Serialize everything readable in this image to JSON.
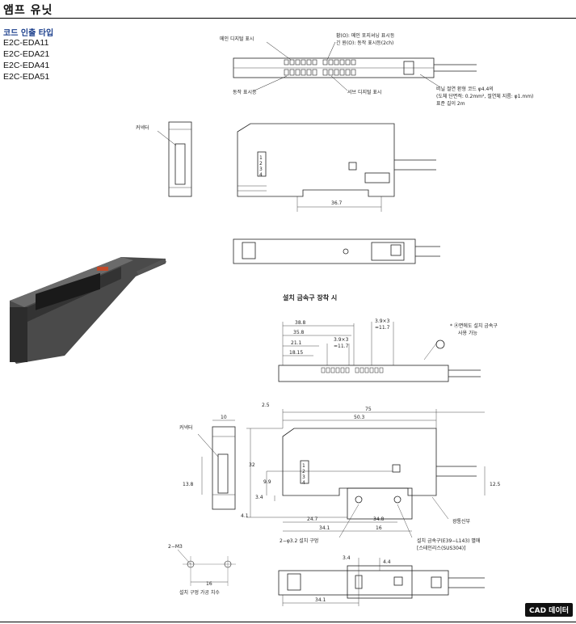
{
  "page": {
    "title": "앰프 유닛",
    "subtitle": "코드 인출 타입",
    "models": [
      "E2C-EDA11",
      "E2C-EDA21",
      "E2C-EDA41",
      "E2C-EDA51"
    ],
    "cad_badge": "CAD 데이터"
  },
  "top_view_labels": {
    "main_digital": "메인 디지털 표시",
    "indicator_line1": "황(O): 메인 포지셔닝 표시등",
    "indicator_line2": "긴 원(O): 동작 표시등(2ch)",
    "operation_indicator": "동작 표시등",
    "sub_digital": "서브 디지털 표시",
    "cable_line1": "비닐 절연 환형 코드 φ4.4의",
    "cable_line2": "(도체 단면적: 0.2mm², 절연체 지름: φ1.mm)",
    "cable_line3": "표준 길이 2m"
  },
  "side_view": {
    "connector": "커넥터",
    "dim_36_7": "36.7"
  },
  "bracket_section": {
    "heading": "설치 금속구 장착 시",
    "connector": "커넥터",
    "note_line1": "* Ⓐ면에도 설치 금속구",
    "note_line2": "사용 가능",
    "dims": {
      "d38_8": "38.8",
      "d35_8": "35.8",
      "d21_1": "21.1",
      "d18_15": "18.15",
      "d3_9x3_a": "3.9×3",
      "d11_7_a": "=11.7",
      "d3_9x3_b": "3.9×3",
      "d11_7_b": "=11.7",
      "d2_5": "2.5",
      "d75": "75",
      "d50_3": "50.3",
      "d10": "10",
      "d32": "32",
      "d9_9": "9.9",
      "d3_4": "3.4",
      "d13_8": "13.8",
      "d4_1": "4.1",
      "d24_7": "24.7",
      "d34_8": "34.8",
      "d34_1": "34.1",
      "d16": "16",
      "d12_5": "12.5",
      "d16_b": "16",
      "d3_4_b": "3.4",
      "d4_4": "4.4",
      "d34_1_b": "34.1"
    },
    "light_receiving": "광통신부",
    "hole_label": "2−φ3.2 설치 구멍",
    "bracket_line1": "설치 금속구(E39−L143) 별매",
    "bracket_line2": "[스테인리스(SUS304)]",
    "m3": "2−M3",
    "hole_dims": "설치 구멍 가공 치수"
  }
}
